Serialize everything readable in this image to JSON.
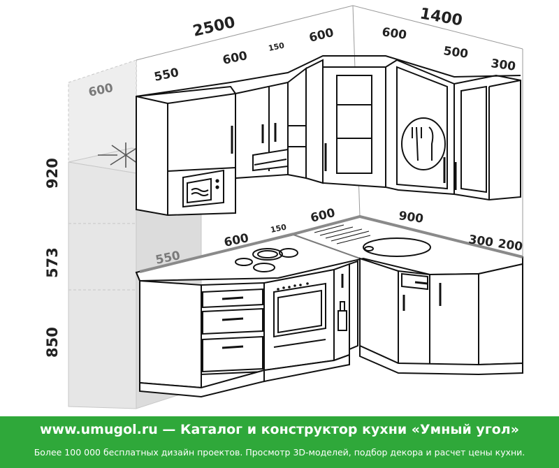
{
  "dimensions": {
    "top_left_total": "2500",
    "top_right_total": "1400",
    "fridge_depth_gray": "600",
    "upper_left_550": "550",
    "upper_600": "600",
    "upper_150": "150",
    "upper_corner_600_left": "600",
    "upper_corner_600_right": "600",
    "upper_500": "500",
    "upper_300": "300",
    "height_920": "920",
    "height_573": "573",
    "height_850": "850",
    "base_550_gray": "550",
    "base_600": "600",
    "base_150": "150",
    "base_corner_600": "600",
    "base_900": "900",
    "base_300": "300",
    "base_200": "200"
  },
  "footer": {
    "site": "www.umugol.ru",
    "dash": " — ",
    "title": "Каталог и конструктор кухни «Умный угол»",
    "subtitle": "Более 100 000 бесплатных дизайн проектов. Просмотр 3D-моделей, подбор декора и расчет цены кухни."
  },
  "colors": {
    "footer_bg": "#2fa83a",
    "line": "#111111",
    "gray": "#7a7a7a",
    "fridge": "#eeeeee"
  }
}
